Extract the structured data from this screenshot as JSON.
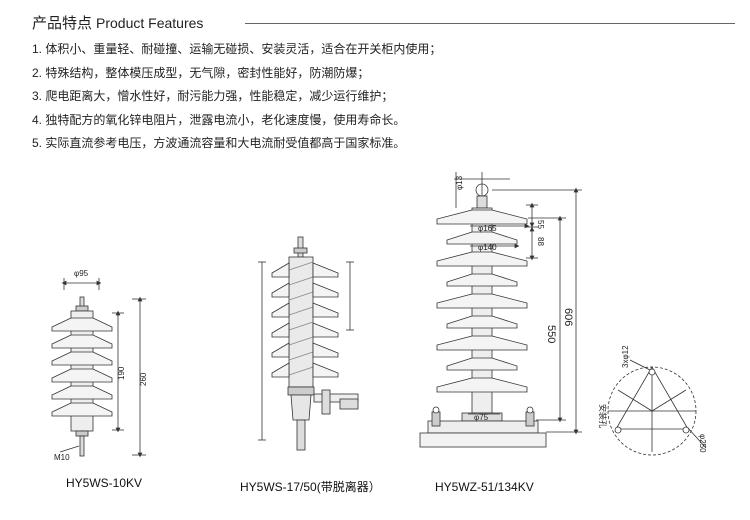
{
  "header": {
    "title_cn": "产品特点",
    "title_en": "Product Features"
  },
  "features": [
    "1. 体积小、重量轻、耐碰撞、运输无碰损、安装灵活，适合在开关柜内使用；",
    "2. 特殊结构，整体模压成型，无气隙，密封性能好，防潮防爆；",
    "3. 爬电距离大，憎水性好，耐污能力强，性能稳定，减少运行维护；",
    "4. 独特配方的氧化锌电阻片，泄露电流小，老化速度慢，使用寿命长。",
    "5. 实际直流参考电压，方波通流容量和大电流耐受值都高于国家标准。"
  ],
  "drawings": {
    "d1": {
      "caption": "HY5WS-10KV",
      "dia": "φ95",
      "h_inner": "190",
      "h_total": "260",
      "thread": "M10"
    },
    "d2": {
      "caption": "HY5WS-17/50(带脱离器）"
    },
    "d3": {
      "caption": "HY5WZ-51/134KV",
      "hole": "φ13",
      "d165": "φ165",
      "d140": "φ140",
      "d75": "φ75",
      "h55": "55",
      "h88": "88",
      "h550": "550",
      "h606": "606"
    },
    "d4": {
      "slot": "3xφ12",
      "mount": "安装孔",
      "d250": "φ250"
    }
  }
}
